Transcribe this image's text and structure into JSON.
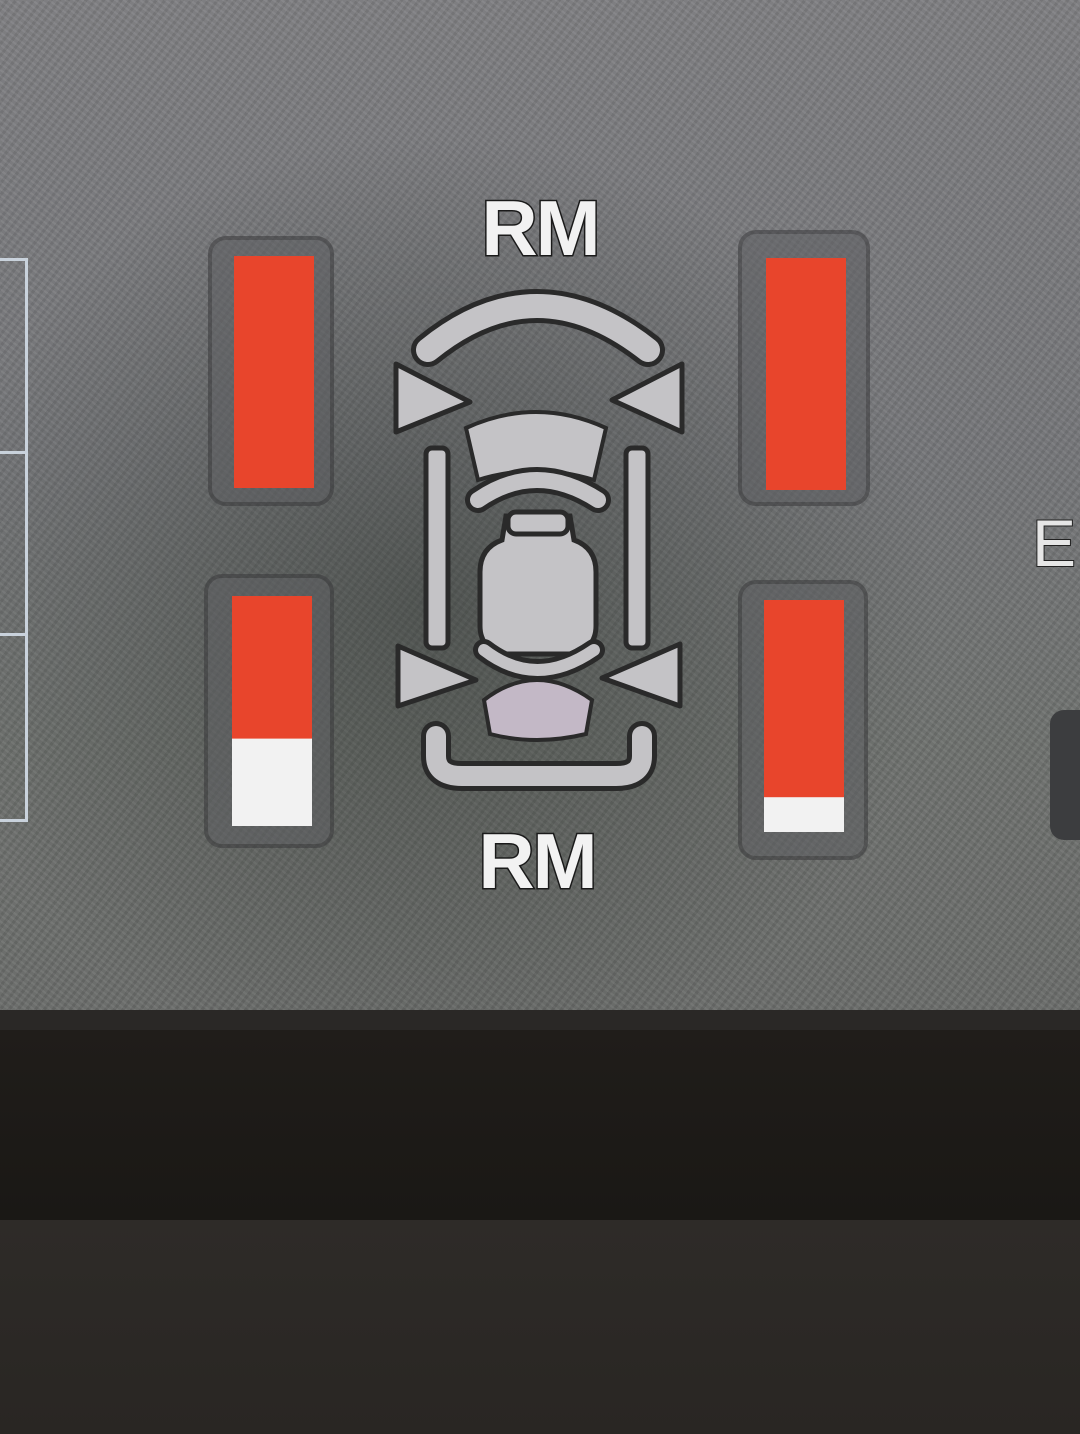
{
  "labels": {
    "top": "RM",
    "bottom": "RM",
    "right_edge": "E"
  },
  "gauges": {
    "front_left": {
      "level": 1.0
    },
    "front_right": {
      "level": 1.0
    },
    "rear_left": {
      "level": 0.62
    },
    "rear_right": {
      "level": 0.85
    }
  },
  "colors": {
    "gauge_fill": "#e8452c",
    "gauge_empty": "#f2f2f2",
    "icon_fill": "#c4c3c6",
    "icon_outline": "#2a2a2a",
    "rear_seat_fill": "#c3b8c6"
  },
  "icons": {
    "vehicle": "vehicle-top-view-icon",
    "front_arrows": "front-wheel-arrows-icon",
    "rear_arrows": "rear-wheel-arrows-icon"
  }
}
